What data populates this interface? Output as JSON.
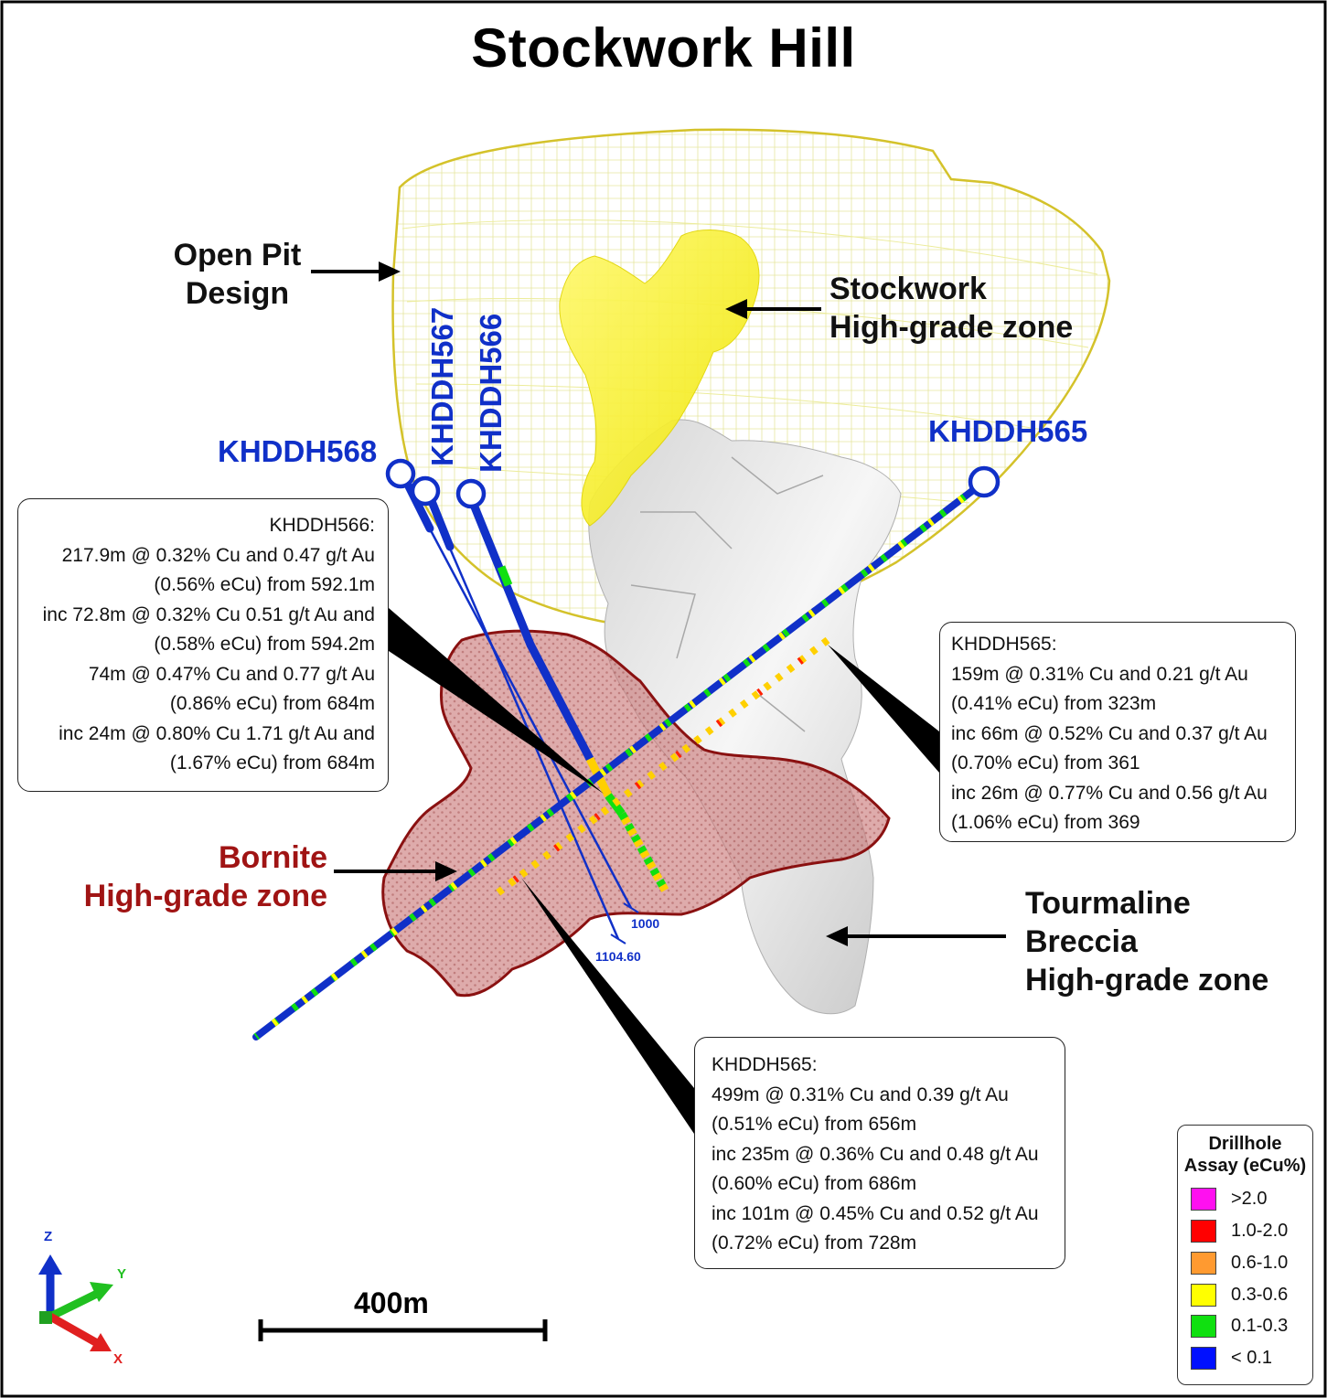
{
  "title": "Stockwork Hill",
  "labels": {
    "open_pit": [
      "Open Pit",
      "Design"
    ],
    "stockwork": [
      "Stockwork",
      "High-grade zone"
    ],
    "bornite": [
      "Bornite",
      "High-grade zone"
    ],
    "tourmaline": [
      "Tourmaline",
      "Breccia",
      "High-grade zone"
    ]
  },
  "drillholes": {
    "h568": "KHDDH568",
    "h567": "KHDDH567",
    "h566": "KHDDH566",
    "h565": "KHDDH565"
  },
  "callouts": {
    "khddh566": {
      "heading": "KHDDH566:",
      "lines": [
        "217.9m @ 0.32% Cu and 0.47 g/t Au",
        "(0.56% eCu) from 592.1m",
        "inc 72.8m @ 0.32% Cu 0.51 g/t Au and",
        "(0.58% eCu) from 594.2m",
        "74m @ 0.47% Cu and 0.77 g/t Au",
        "(0.86% eCu) from 684m",
        "inc 24m @ 0.80% Cu 1.71 g/t Au and",
        "(1.67% eCu) from 684m"
      ]
    },
    "khddh565_upper": {
      "heading": "KHDDH565:",
      "lines": [
        "159m @ 0.31% Cu and 0.21 g/t Au",
        "(0.41% eCu) from 323m",
        "inc 66m @ 0.52% Cu and  0.37 g/t Au",
        "(0.70% eCu) from 361",
        "inc 26m @ 0.77% Cu and  0.56 g/t Au",
        "(1.06% eCu) from 369"
      ]
    },
    "khddh565_lower": {
      "heading": "KHDDH565:",
      "lines": [
        "499m @ 0.31% Cu and 0.39 g/t Au",
        "(0.51% eCu) from 656m",
        "inc 235m @ 0.36% Cu and 0.48 g/t Au",
        "(0.60% eCu) from 686m",
        "inc 101m @ 0.45% Cu and 0.52 g/t Au",
        "(0.72% eCu) from 728m"
      ]
    }
  },
  "depth_markers": {
    "d1": "1000",
    "d2": "1104.60"
  },
  "scale_bar": "400m",
  "axes": {
    "z": "Z",
    "y": "Y",
    "x": "X"
  },
  "legend": {
    "title": [
      "Drillhole",
      "Assay (eCu%)"
    ],
    "items": [
      {
        "label": ">2.0",
        "color": "#ff10f0"
      },
      {
        "label": "1.0-2.0",
        "color": "#ff0000"
      },
      {
        "label": "0.6-1.0",
        "color": "#ff9a30"
      },
      {
        "label": "0.3-0.6",
        "color": "#ffff00"
      },
      {
        "label": "0.1-0.3",
        "color": "#10e010"
      },
      {
        "label": "< 0.1",
        "color": "#0010ff"
      }
    ]
  }
}
